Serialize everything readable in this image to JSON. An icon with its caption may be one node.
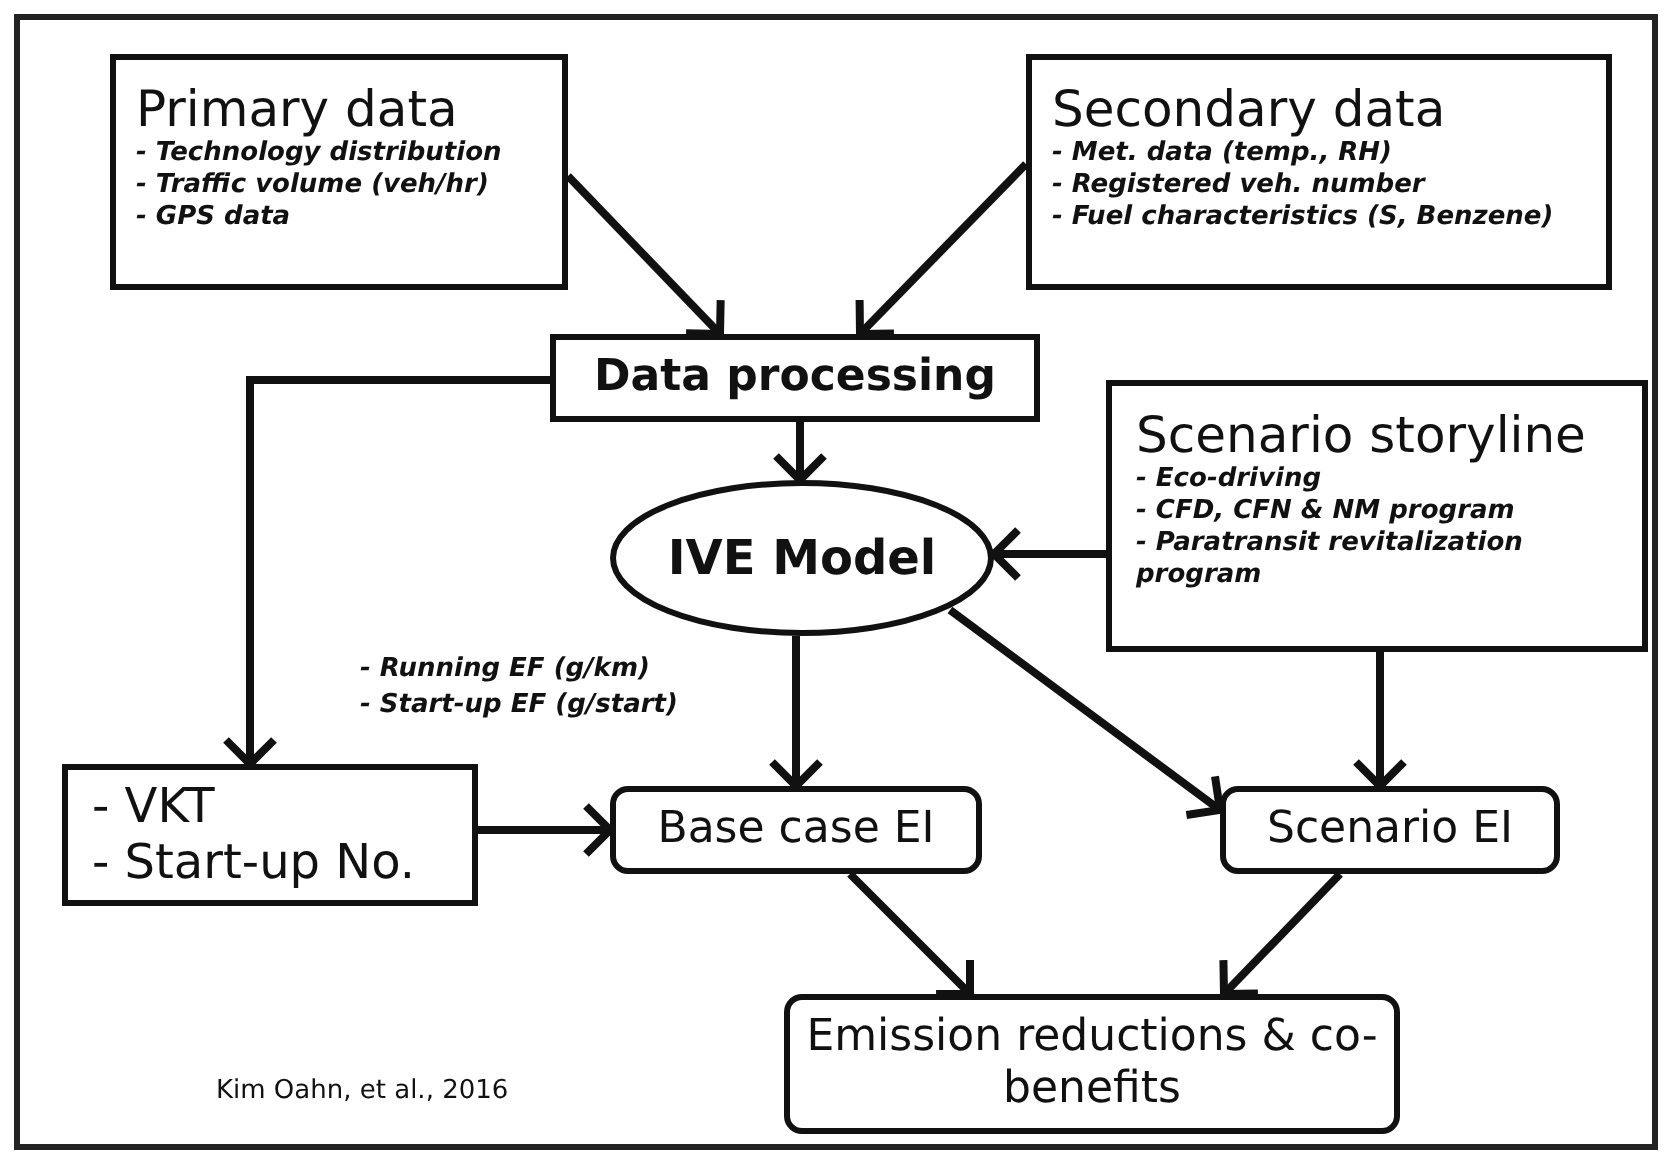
{
  "diagram": {
    "nodes": [
      {
        "text": [
          "Primary data",
          "- Technology distribution",
          "- Traffic volume (veh/hr)",
          "- GPS data"
        ]
      },
      {
        "text": [
          "Secondary data",
          "- Met. data (temp., RH)",
          "- Registered veh. number",
          "- Fuel characteristics (S, Benzene)"
        ]
      },
      {
        "text": [
          "Data processing"
        ]
      },
      {
        "text": [
          "Scenario storyline",
          "- Eco-driving",
          "- CFD, CFN & NM program",
          "- Paratransit revitalization program"
        ]
      },
      {
        "text": [
          "IVE Model"
        ]
      },
      {
        "text": [
          "- VKT",
          "- Start-up No."
        ]
      },
      {
        "text": [
          "Base case EI"
        ]
      },
      {
        "text": [
          "Scenario EI"
        ]
      },
      {
        "text": [
          "Emission reductions & co-benefits"
        ]
      }
    ],
    "edges": [
      {
        "from": 0,
        "to": 2,
        "arrow": "to"
      },
      {
        "from": 1,
        "to": 2,
        "arrow": "to"
      },
      {
        "from": 2,
        "to": 5,
        "arrow": "to"
      },
      {
        "from": 2,
        "to": 4,
        "arrow": "to"
      },
      {
        "from": 3,
        "to": 4,
        "arrow": "to"
      },
      {
        "from": 4,
        "to": 6,
        "arrow": "to"
      },
      {
        "from": 4,
        "to": 7,
        "arrow": "to"
      },
      {
        "from": 3,
        "to": 7,
        "arrow": "to"
      },
      {
        "from": 5,
        "to": 6,
        "arrow": "to"
      },
      {
        "from": 6,
        "to": 8,
        "arrow": "to"
      },
      {
        "from": 7,
        "to": 8,
        "arrow": "to"
      }
    ],
    "labels": [
      "- Running EF (g/km)",
      "- Start-up EF (g/start)",
      "Kim Oahn, et al., 2016"
    ]
  }
}
